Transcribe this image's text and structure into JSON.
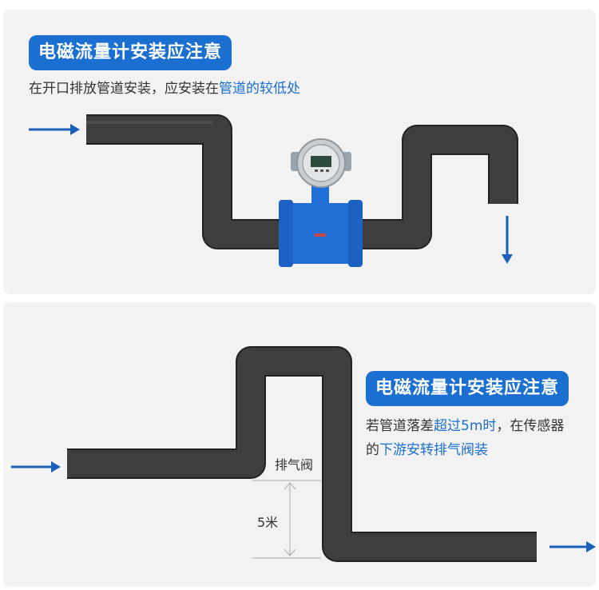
{
  "top": {
    "badge": "电磁流量计安装应注意",
    "caption_pre": "在开口排放管道安装，应安装在",
    "caption_hl": "管道的较低处"
  },
  "bottom": {
    "badge": "电磁流量计安装应注意",
    "line1_pre": "若管道落差",
    "line1_hl": "超过5m时",
    "line1_post": "，在传感器",
    "line2_pre": "的",
    "line2_hl": "下游安转排气阀装",
    "valve_label": "排气阀",
    "height_label": "5米"
  },
  "colors": {
    "accent": "#1b6fd0",
    "pipe": "#3a3a3a",
    "meter_blue": "#1f6fd6"
  }
}
